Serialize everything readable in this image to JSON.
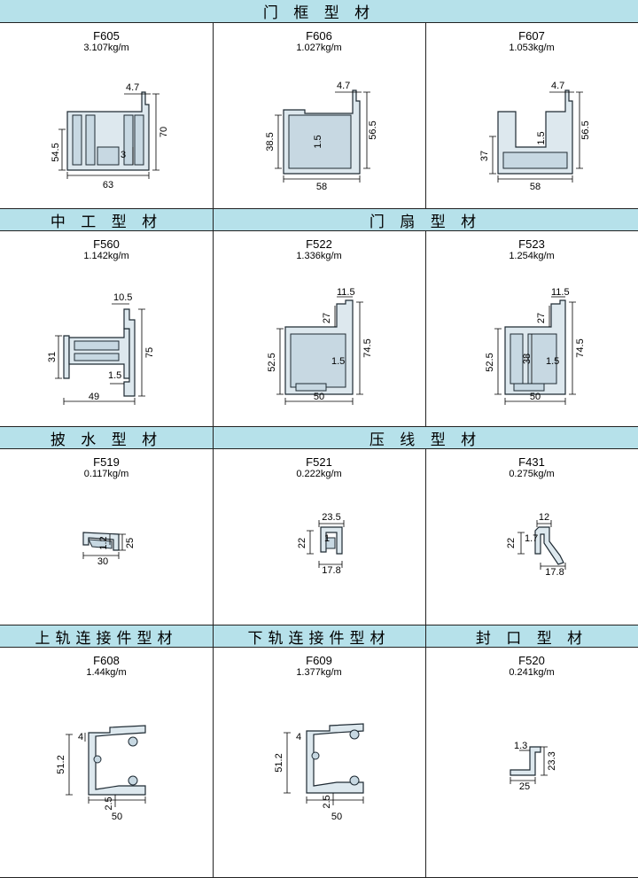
{
  "sections": [
    {
      "title": "门 框 型 材"
    },
    {
      "title": "中 工 型 材"
    },
    {
      "title": "门 扇 型 材"
    },
    {
      "title": "披 水 型 材"
    },
    {
      "title": "压 线 型 材"
    },
    {
      "title": "上轨连接件型材"
    },
    {
      "title": "下轨连接件型材"
    },
    {
      "title": "封 口 型 材"
    }
  ],
  "profiles": [
    {
      "code": "F605",
      "weight": "3.107kg/m",
      "dims": [
        "4.7",
        "3",
        "54.5",
        "70",
        "63"
      ]
    },
    {
      "code": "F606",
      "weight": "1.027kg/m",
      "dims": [
        "4.7",
        "38.5",
        "1.5",
        "56.5",
        "58"
      ]
    },
    {
      "code": "F607",
      "weight": "1.053kg/m",
      "dims": [
        "4.7",
        "37",
        "1.5",
        "56.5",
        "58"
      ]
    },
    {
      "code": "F560",
      "weight": "1.142kg/m",
      "dims": [
        "10.5",
        "31",
        "75",
        "1.5",
        "49"
      ]
    },
    {
      "code": "F522",
      "weight": "1.336kg/m",
      "dims": [
        "11.5",
        "27",
        "52.5",
        "74.5",
        "1.5",
        "50"
      ]
    },
    {
      "code": "F523",
      "weight": "1.254kg/m",
      "dims": [
        "11.5",
        "27",
        "52.5",
        "38",
        "1.5",
        "74.5",
        "50"
      ]
    },
    {
      "code": "F519",
      "weight": "0.117kg/m",
      "dims": [
        "1.2",
        "25",
        "30"
      ]
    },
    {
      "code": "F521",
      "weight": "0.222kg/m",
      "dims": [
        "23.5",
        "22",
        "1",
        "17.8"
      ]
    },
    {
      "code": "F431",
      "weight": "0.275kg/m",
      "dims": [
        "12",
        "1.7",
        "22",
        "17.8"
      ]
    },
    {
      "code": "F608",
      "weight": "1.44kg/m",
      "dims": [
        "4",
        "51.2",
        "2.5",
        "50"
      ]
    },
    {
      "code": "F609",
      "weight": "1.377kg/m",
      "dims": [
        "4",
        "51.2",
        "2.5",
        "50"
      ]
    },
    {
      "code": "F520",
      "weight": "0.241kg/m",
      "dims": [
        "1.3",
        "23.3",
        "25"
      ]
    }
  ]
}
